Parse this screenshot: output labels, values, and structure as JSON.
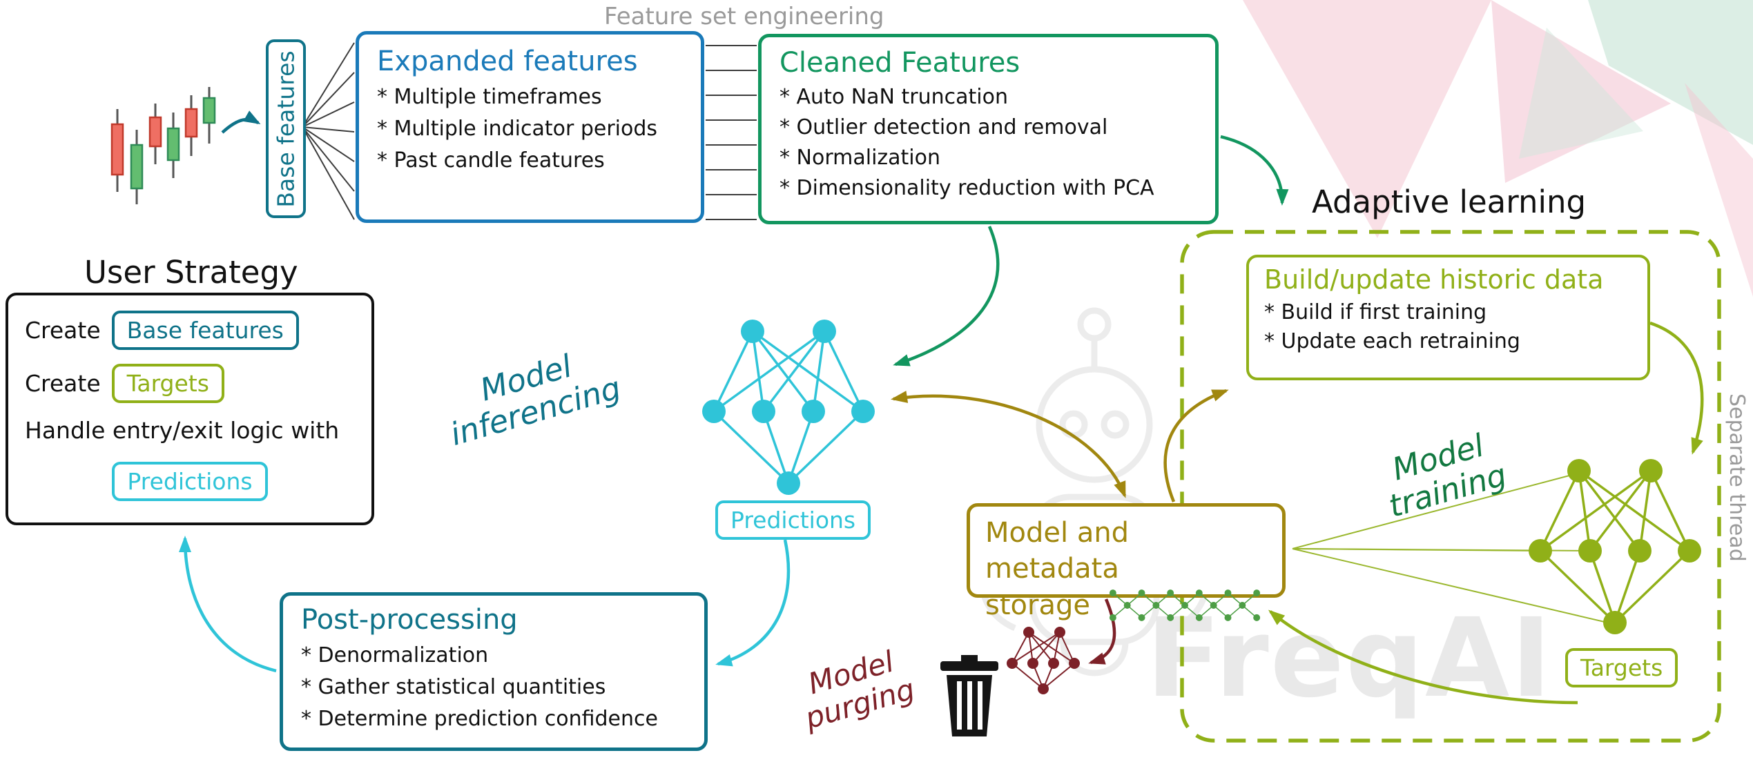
{
  "colors": {
    "blue": "#1a7ab9",
    "teal": "#0f7389",
    "green": "#12965f",
    "cyan": "#2fc4d8",
    "olive": "#90b018",
    "dark_yellow": "#a1870f",
    "dark_green": "#127840",
    "dark_red": "#7d2128",
    "gray": "#9a9a9a",
    "ink": "#161616",
    "candle_red": "#ef6f63",
    "candle_green": "#63bd70",
    "storage_green": "#4d9e45",
    "watermark": "#e9e9e9"
  },
  "labels": {
    "feature_set_engineering": "Feature set engineering",
    "adaptive_learning": "Adaptive learning",
    "user_strategy_heading": "User Strategy",
    "separate_thread": "Separate thread",
    "base_features_vertical": "Base features",
    "watermark_brand": "FreqAI"
  },
  "rotated_labels": {
    "model_inferencing": {
      "line1": "Model",
      "line2": "inferencing"
    },
    "model_training": {
      "line1": "Model",
      "line2": "training"
    },
    "model_purging": {
      "line1": "Model",
      "line2": "purging"
    }
  },
  "expanded_features": {
    "title": "Expanded features",
    "items": [
      "* Multiple timeframes",
      "* Multiple indicator periods",
      "* Past candle features"
    ]
  },
  "cleaned_features": {
    "title": "Cleaned Features",
    "items": [
      "* Auto NaN truncation",
      "* Outlier detection and removal",
      "* Normalization",
      "* Dimensionality reduction with PCA"
    ]
  },
  "build_update": {
    "title": "Build/update historic data",
    "items": [
      "* Build if first training",
      "* Update each retraining"
    ]
  },
  "user_strategy": {
    "create_label_1": "Create",
    "chip_base_features": "Base features",
    "create_label_2": "Create",
    "chip_targets": "Targets",
    "handle_line": "Handle entry/exit logic with",
    "chip_predictions": "Predictions"
  },
  "post_processing": {
    "title": "Post-processing",
    "items": [
      "* Denormalization",
      "* Gather statistical quantities",
      "* Determine prediction confidence"
    ]
  },
  "model_storage": {
    "line1": "Model and metadata",
    "line2": "storage"
  },
  "chips": {
    "predictions": "Predictions",
    "targets": "Targets"
  },
  "icons": {
    "candlestick_chart": "candlestick-chart-icon",
    "inference_network": "neural-network-icon",
    "training_network": "neural-network-icon",
    "storage_network": "neural-network-strip-icon",
    "purged_network": "neural-network-icon",
    "trash": "trash-can-icon",
    "robot": "robot-watermark-icon"
  }
}
